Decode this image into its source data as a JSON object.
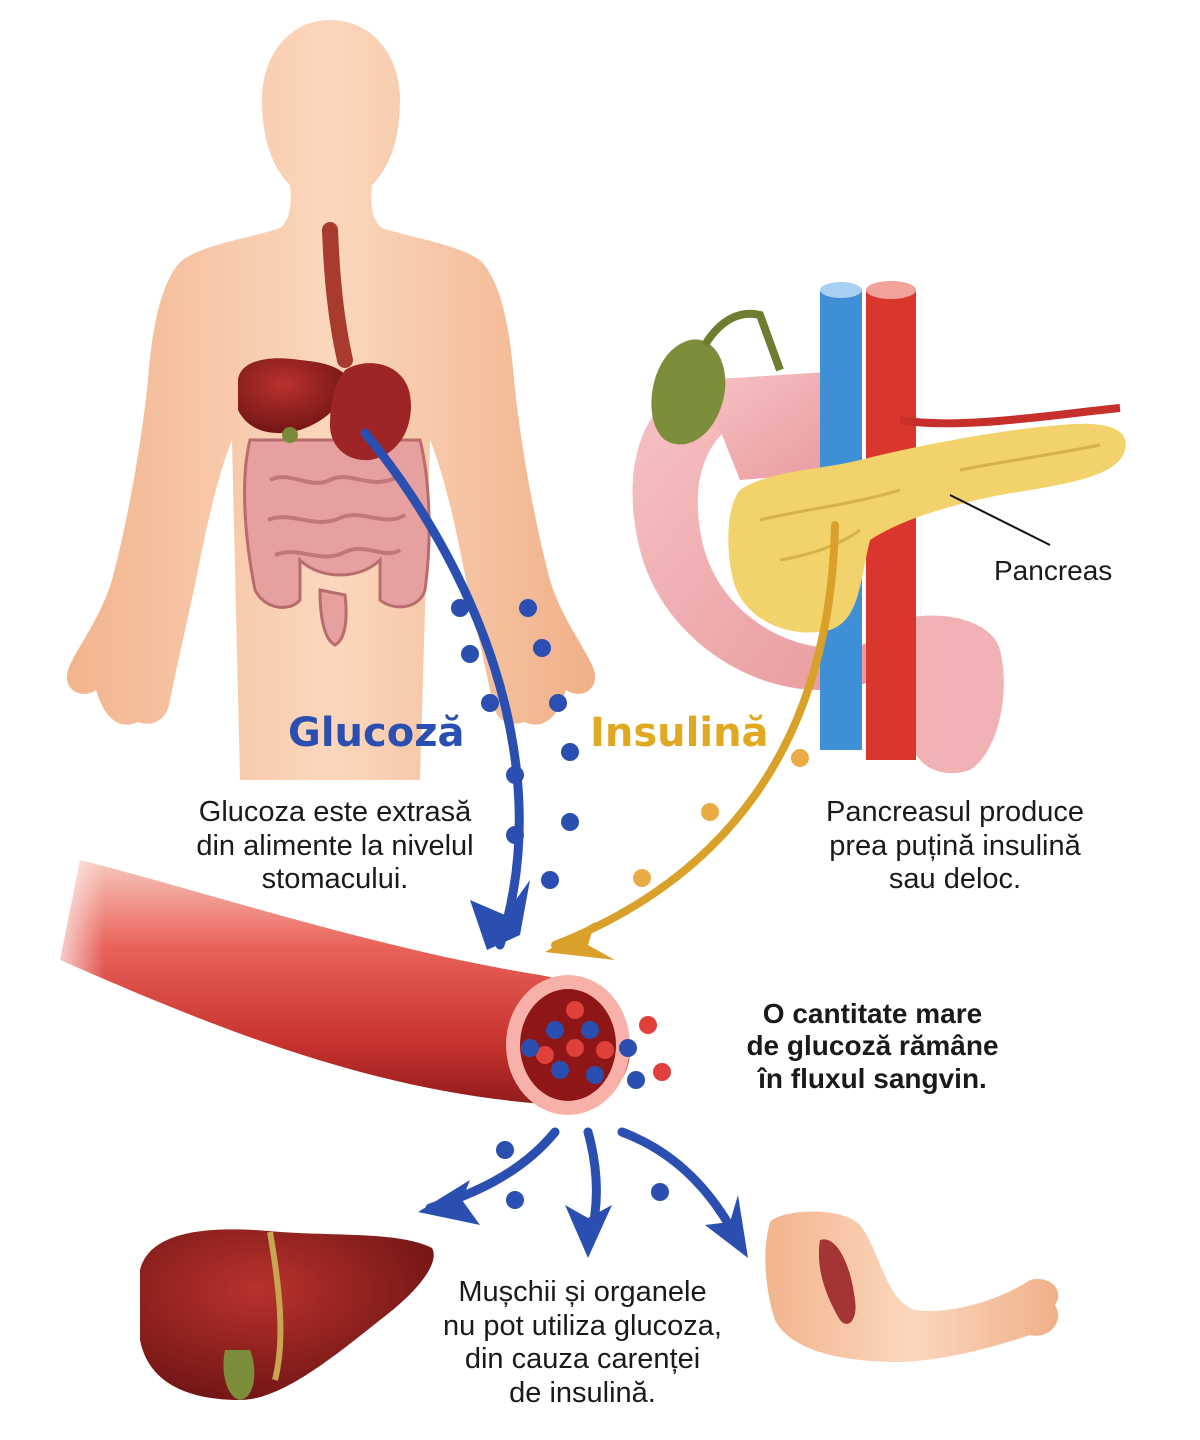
{
  "labels": {
    "glucose": "Glucoză",
    "insulin": "Insulină",
    "pancreas": "Pancreas"
  },
  "texts": {
    "glucose_source": [
      "Glucoza este extrasă",
      "din alimente la nivelul",
      "stomacului."
    ],
    "pancreas_info": [
      "Pancreasul produce",
      "prea puțină insulină",
      "sau deloc."
    ],
    "bloodstream": [
      "O cantitate mare",
      "de glucoză rămâne",
      "în fluxul sangvin."
    ],
    "muscles": [
      "Mușchii și organele",
      "nu pot utiliza glucoza,",
      "din cauza carenței",
      "de insulină."
    ]
  },
  "colors": {
    "glucose_blue": "#2a4fb0",
    "insulin_gold": "#d9a12a",
    "skin": "#f7c7a4",
    "liver": "#8a1c1c",
    "artery_red": "#d9362e",
    "vein_blue": "#3f8fd6",
    "pancreas_yellow": "#f2d36b"
  }
}
